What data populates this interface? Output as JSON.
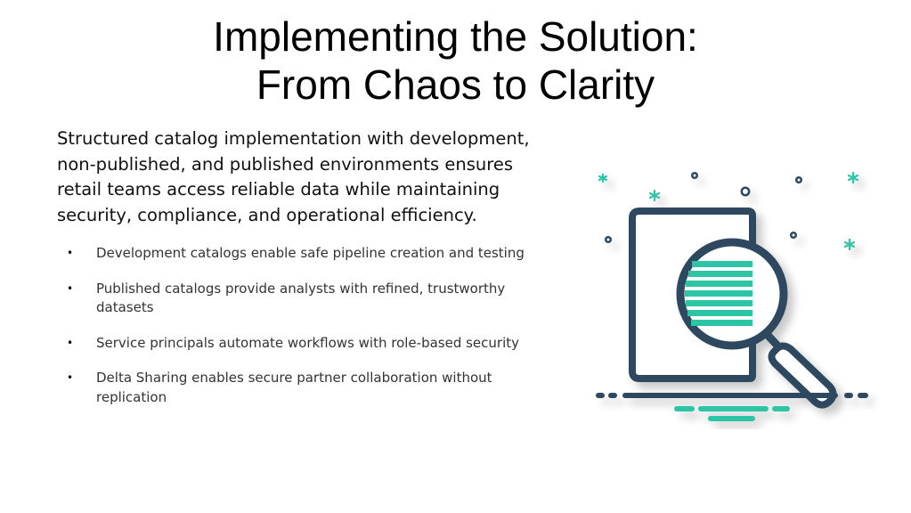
{
  "slide": {
    "title_line1": "Implementing the Solution:",
    "title_line2": "From Chaos to Clarity",
    "intro": "Structured catalog implementation with development, non-published, and published environments ensures retail teams access reliable data while maintaining security, compliance, and operational efficiency.",
    "bullets": [
      "Development catalogs enable safe pipeline creation and testing",
      "Published catalogs provide analysts with refined, trustworthy datasets",
      "Service principals automate workflows with role-based security",
      "Delta Sharing enables secure partner collaboration without replication"
    ],
    "bullet_symbol": "•"
  },
  "illustration": {
    "icon": "document-magnifier-icon",
    "colors": {
      "outline": "#2e4a5e",
      "accent": "#2ec4a6"
    }
  }
}
